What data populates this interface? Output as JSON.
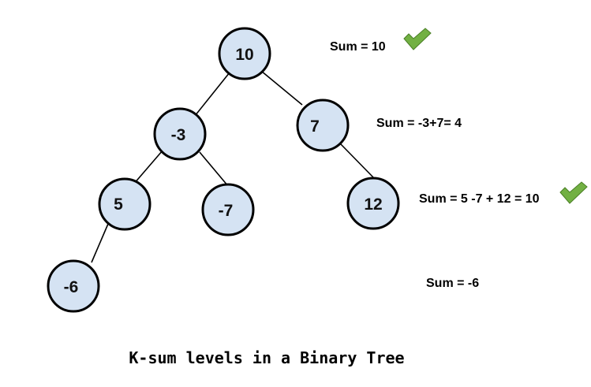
{
  "nodes": [
    {
      "id": "n10",
      "label": "10"
    },
    {
      "id": "nm3",
      "label": "-3"
    },
    {
      "id": "n7",
      "label": "7"
    },
    {
      "id": "n5",
      "label": "5"
    },
    {
      "id": "nm7",
      "label": "-7"
    },
    {
      "id": "n12",
      "label": "12"
    },
    {
      "id": "nm6",
      "label": "-6"
    }
  ],
  "levels": [
    {
      "sum_text": "Sum = 10",
      "check_icon": "green-checkmark-icon"
    },
    {
      "sum_text": "Sum = -3+7= 4"
    },
    {
      "sum_text": "Sum = 5 -7 + 12 = 10",
      "check_icon": "green-checkmark-icon"
    },
    {
      "sum_text": "Sum = -6"
    }
  ],
  "caption": "K-sum levels in a Binary Tree",
  "colors": {
    "node_fill": "#d5e3f3",
    "node_stroke": "#000000",
    "check": "#72b043"
  }
}
